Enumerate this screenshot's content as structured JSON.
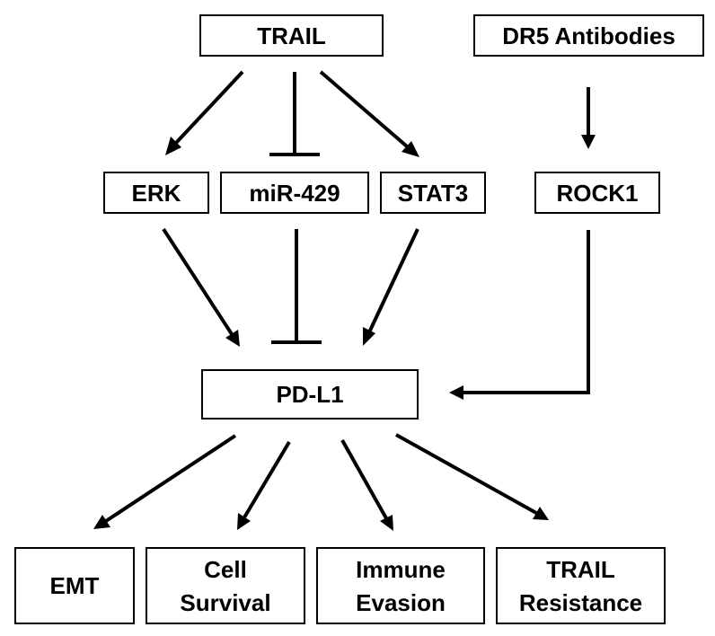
{
  "nodes": {
    "trail": {
      "label": "TRAIL"
    },
    "dr5": {
      "label": "DR5 Antibodies"
    },
    "erk": {
      "label": "ERK"
    },
    "mir429": {
      "label": "miR-429"
    },
    "stat3": {
      "label": "STAT3"
    },
    "rock1": {
      "label": "ROCK1"
    },
    "pdl1": {
      "label": "PD-L1"
    },
    "emt": {
      "label": "EMT"
    },
    "cell_survival": {
      "lines": [
        "Cell",
        "Survival"
      ]
    },
    "immune_evasion": {
      "lines": [
        "Immune",
        "Evasion"
      ]
    },
    "trail_resistance": {
      "lines": [
        "TRAIL",
        "Resistance"
      ]
    }
  },
  "edges": [
    {
      "from": "TRAIL",
      "to": "ERK",
      "type": "activates"
    },
    {
      "from": "TRAIL",
      "to": "miR-429",
      "type": "inhibits"
    },
    {
      "from": "TRAIL",
      "to": "STAT3",
      "type": "activates"
    },
    {
      "from": "DR5 Antibodies",
      "to": "ROCK1",
      "type": "activates"
    },
    {
      "from": "ERK",
      "to": "PD-L1",
      "type": "activates"
    },
    {
      "from": "miR-429",
      "to": "PD-L1",
      "type": "inhibits"
    },
    {
      "from": "STAT3",
      "to": "PD-L1",
      "type": "activates"
    },
    {
      "from": "ROCK1",
      "to": "PD-L1",
      "type": "activates"
    },
    {
      "from": "PD-L1",
      "to": "EMT",
      "type": "activates"
    },
    {
      "from": "PD-L1",
      "to": "Cell Survival",
      "type": "activates"
    },
    {
      "from": "PD-L1",
      "to": "Immune Evasion",
      "type": "activates"
    },
    {
      "from": "PD-L1",
      "to": "TRAIL Resistance",
      "type": "activates"
    }
  ]
}
